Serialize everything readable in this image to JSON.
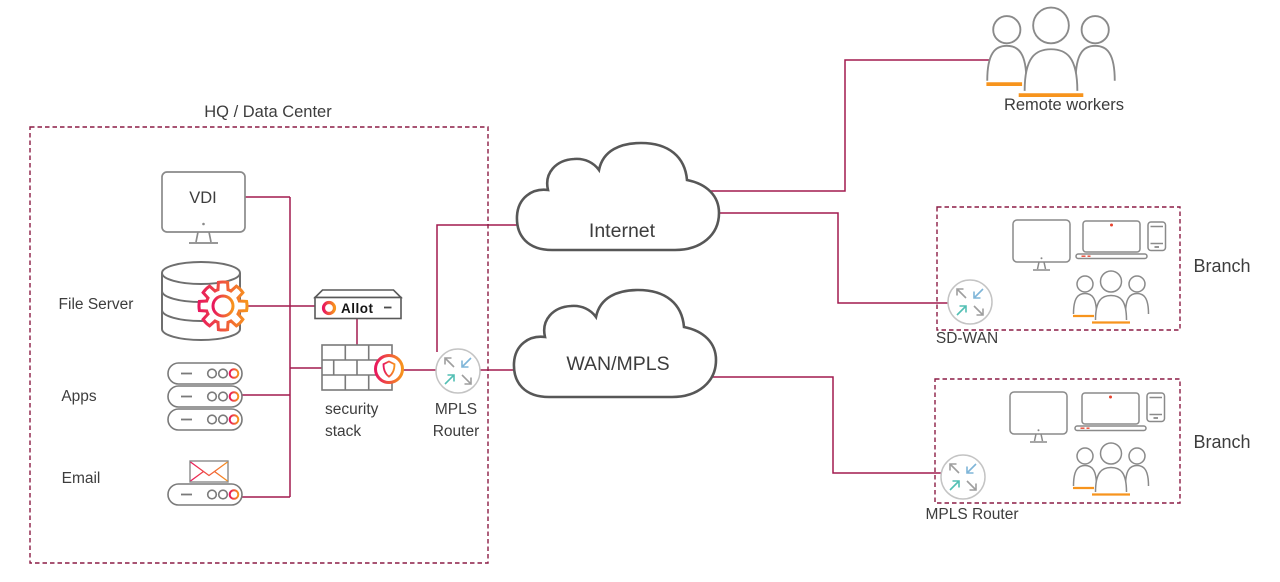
{
  "diagram": {
    "hq": {
      "title": "HQ / Data Center"
    },
    "nodes": {
      "vdi": "VDI",
      "file_server": "File Server",
      "apps": "Apps",
      "email": "Email",
      "allot_logo": "Allot",
      "security_stack": [
        "security",
        "stack"
      ],
      "hq_router": [
        "MPLS",
        "Router"
      ],
      "internet": "Internet",
      "wan": "WAN/MPLS",
      "remote_workers": "Remote workers",
      "branch_top": "Branch",
      "branch_bottom": "Branch",
      "sd_wan": "SD-WAN",
      "branch_router": "MPLS Router"
    },
    "colors": {
      "line": "#a21a4f",
      "border": "#8c1c45",
      "icon_gray": "#8a8a8a",
      "cloud_gray": "#575757",
      "router_circle_gray": "#c4c4c4",
      "arrow_gray": "#9e9e9e",
      "arrow_blue": "#7fb5d8",
      "arrow_teal": "#52bfb4",
      "accent_orange": "#f7941d",
      "accent_red": "#e8175d",
      "text": "#3d3d3d"
    }
  }
}
